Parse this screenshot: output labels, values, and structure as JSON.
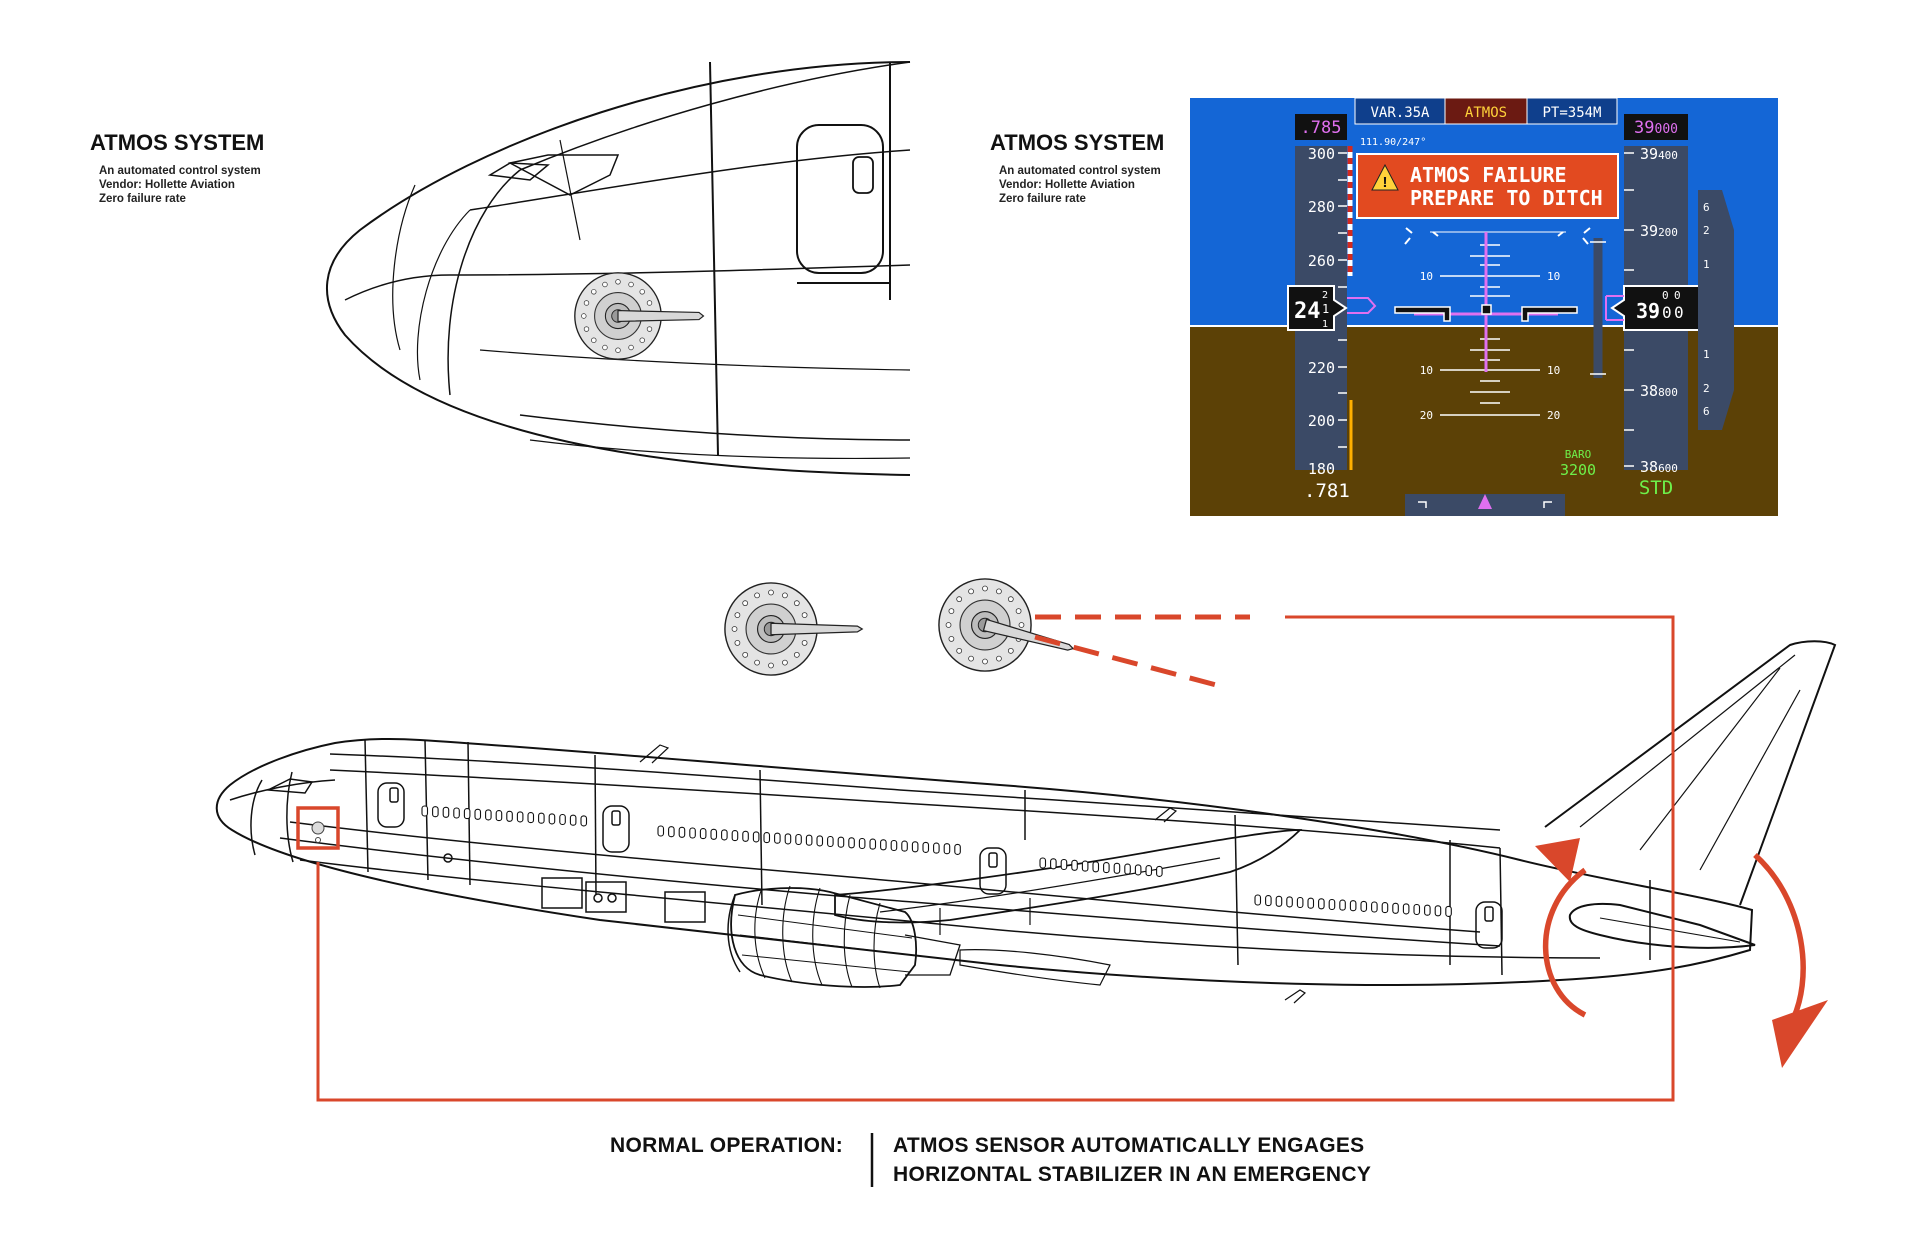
{
  "colors": {
    "accent": "#d9472b",
    "line": "#111111",
    "pfd_sky": "#1466d6",
    "pfd_ground": "#5c4106",
    "pfd_tape": "#3b4a66",
    "pfd_magenta": "#e070f0",
    "pfd_green": "#6ef04a"
  },
  "left_caption": {
    "title": "ATMOS SYSTEM",
    "lines": [
      "An automated control system",
      "Vendor: Hollette Aviation",
      "Zero failure rate"
    ]
  },
  "right_caption": {
    "title": "ATMOS SYSTEM",
    "lines": [
      "An automated control system",
      "Vendor: Hollette Aviation",
      "Zero failure rate"
    ]
  },
  "pfd": {
    "top_tabs": [
      "VAR.35A",
      "ATMOS",
      "PT=354M"
    ],
    "speed_target": ".785",
    "alt_target": "39000",
    "alt_target_main": "39",
    "alt_target_small": "000",
    "ils_freq": "111.90/247°",
    "alert_line1": "ATMOS FAILURE",
    "alert_line2": "PREPARE TO DITCH",
    "alert_icon": "warning-triangle-icon",
    "speed_ticks": [
      "300",
      "280",
      "260",
      "220",
      "200",
      "180"
    ],
    "speed_current_main": "24",
    "speed_current_digits": [
      "2",
      "1",
      "1"
    ],
    "mach": ".781",
    "alt_ticks_major": [
      "39",
      "39",
      "38",
      "38"
    ],
    "alt_ticks_minor": [
      "400",
      "200",
      "800",
      "600"
    ],
    "alt_current_main": "39",
    "alt_current_digits": [
      "0",
      "0",
      "0"
    ],
    "pitch_labels": [
      "10",
      "10",
      "10",
      "10",
      "20",
      "20"
    ],
    "vs_labels": [
      "6",
      "2",
      "1",
      "1",
      "2",
      "6"
    ],
    "baro_label": "BARO",
    "baro_value": "3200",
    "std": "STD"
  },
  "bottom_caption": {
    "left": "NORMAL OPERATION:",
    "right_line1": "ATMOS SENSOR AUTOMATICALLY ENGAGES",
    "right_line2": "HORIZONTAL STABILIZER IN AN EMERGENCY"
  }
}
